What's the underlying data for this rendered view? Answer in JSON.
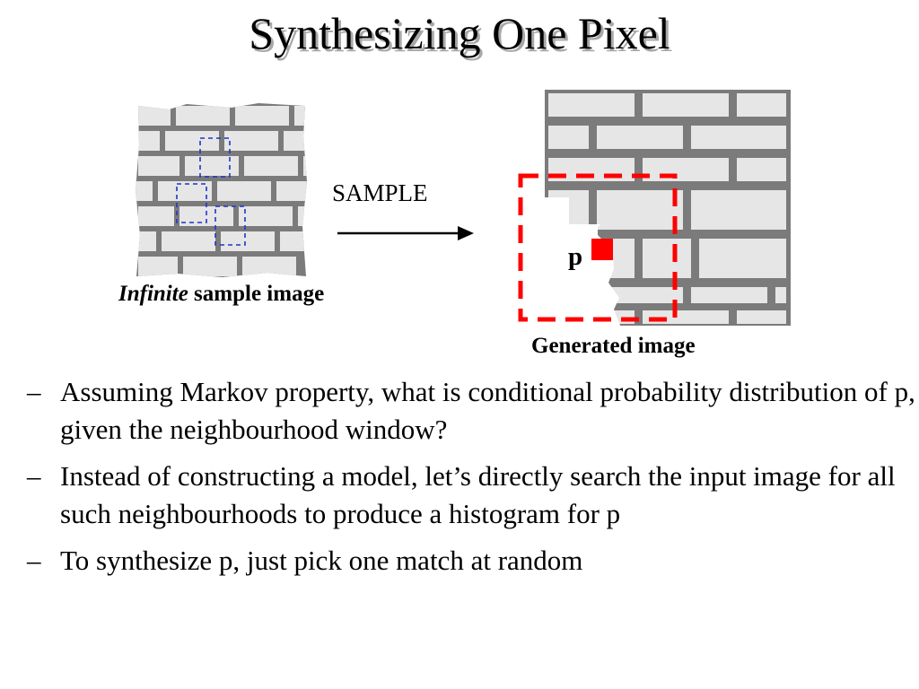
{
  "slide": {
    "title": "Synthesizing One Pixel"
  },
  "figure": {
    "sample_label_italic": "Infinite",
    "sample_label_rest": " sample image",
    "arrow_label": "SAMPLE",
    "pixel_label": "p",
    "generated_label": "Generated image",
    "colors": {
      "brick": "#e6e6e6",
      "mortar": "#7b7b7b",
      "window": "#ff0000",
      "candidate": "#1f35c8"
    }
  },
  "bullets": [
    {
      "dash": "–",
      "text": "Assuming Markov property, what is conditional probability distribution of p, given the neighbourhood window?"
    },
    {
      "dash": "–",
      "text": "Instead of constructing a model, let’s directly search the input image for all such neighbourhoods to produce a histogram for p"
    },
    {
      "dash": "–",
      "text": "To synthesize p,  just pick one match at random"
    }
  ]
}
